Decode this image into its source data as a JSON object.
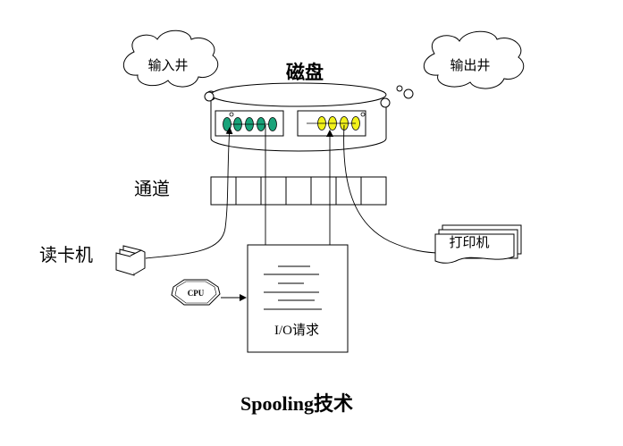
{
  "labels": {
    "input_well": "输入井",
    "output_well": "输出井",
    "disk": "磁盘",
    "channel": "通道",
    "card_reader": "读卡机",
    "printer": "打印机",
    "cpu": "CPU",
    "io_request": "I/O请求",
    "caption": "Spooling技术"
  },
  "colors": {
    "input_buffer": "#1aa37a",
    "output_buffer": "#f2f21a",
    "stroke": "#000000"
  }
}
